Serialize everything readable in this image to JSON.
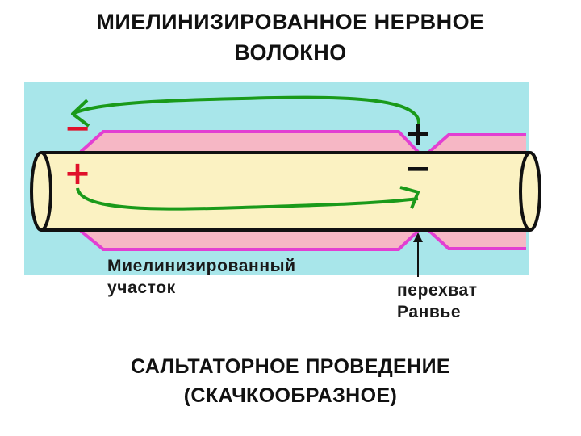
{
  "title": {
    "line1": "МИЕЛИНИЗИРОВАННОЕ НЕРВНОЕ",
    "line2": "ВОЛОКНО"
  },
  "labels": {
    "myelinated_line1": "Миелинизированный",
    "myelinated_line2": "участок",
    "node_line1": "перехват",
    "node_line2": "Ранвье"
  },
  "signs": {
    "top_left": "−",
    "bottom_left": "+",
    "top_right": "+",
    "bottom_right": "−"
  },
  "caption": {
    "line1": "САЛЬТАТОРНОЕ ПРОВЕДЕНИЕ",
    "line2": "(СКАЧКООБРАЗНОЕ)"
  },
  "colors": {
    "background_panel": "#a8e6ea",
    "myelin_fill": "#f6b7c5",
    "myelin_edge": "#e23fd2",
    "axon_fill": "#fbf2c2",
    "current_arrow": "#1a9a1a",
    "sign": "#e0102a"
  }
}
